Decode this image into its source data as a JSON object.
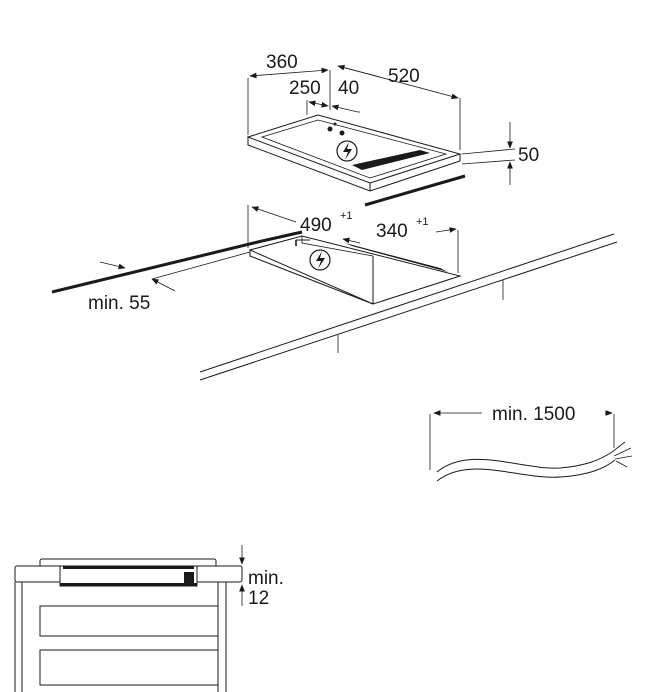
{
  "dimensions": {
    "hob_depth": "360",
    "hob_width": "520",
    "zone_offset_a": "250",
    "zone_offset_b": "40",
    "hob_height": "50",
    "cutout_depth": "490",
    "cutout_depth_tol": "+1",
    "cutout_width": "340",
    "cutout_width_tol": "+1",
    "edge_distance": "min. 55",
    "cable_length": "min. 1500",
    "clearance_label_1": "min.",
    "clearance_label_2": "12"
  },
  "icons": {
    "hob_power": "electric-hazard-icon",
    "cutout_power": "electric-hazard-icon"
  }
}
